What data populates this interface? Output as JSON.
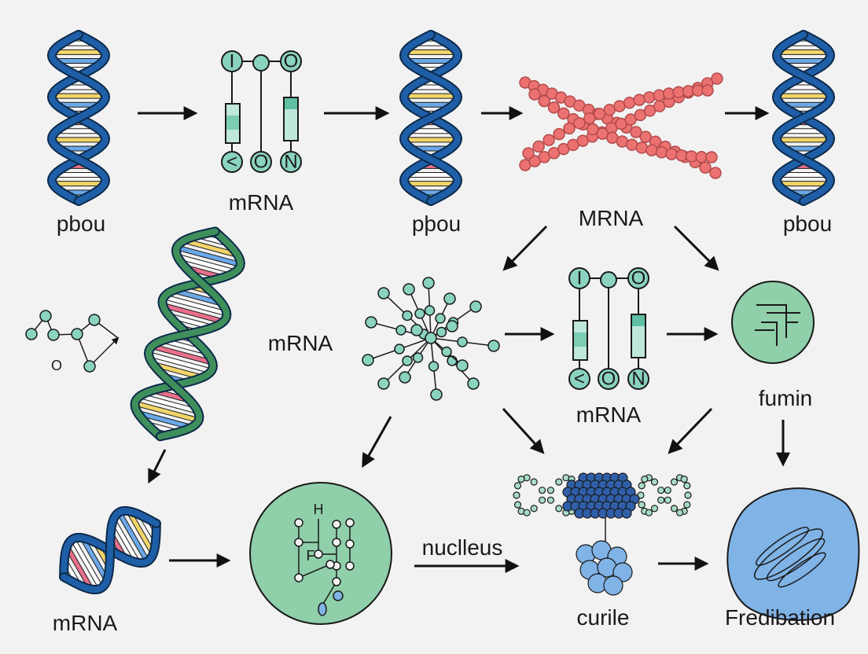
{
  "labels": {
    "pbou_1": "pbou",
    "mrna_top": "mRNA",
    "pbou_2": "pþou",
    "mrna_upper": "MRNA",
    "pbou_3": "pbou",
    "mrna_mid": "mRNA",
    "mrna_center": "mRNA",
    "fumin": "fumin",
    "mrna_bottom": "mRNA",
    "nucleus": "nuclleus",
    "curile": "curile",
    "fredibation": "Fredibation"
  },
  "codon_glyphs": {
    "top_left": "I",
    "top_right": "O",
    "bottom_left": "<",
    "bottom_mid": "O",
    "bottom_right": "N"
  },
  "cell_glyphs": {
    "h": "H",
    "f": "F"
  },
  "small_glyph": "O",
  "colors": {
    "dna_blue": "#1f5fa8",
    "dna_green": "#3f8f5c",
    "rung_pink": "#e86f8a",
    "rung_yellow": "#f2d56a",
    "rung_blue": "#6aa8e8",
    "rung_white": "#ffffff",
    "teal": "#8ad3c0",
    "protein_red": "#ec7272",
    "cell_green": "#8fcfaa",
    "cluster_blue": "#2f5fa8",
    "organelle_blue": "#80b3e6",
    "arrow": "#111111"
  }
}
